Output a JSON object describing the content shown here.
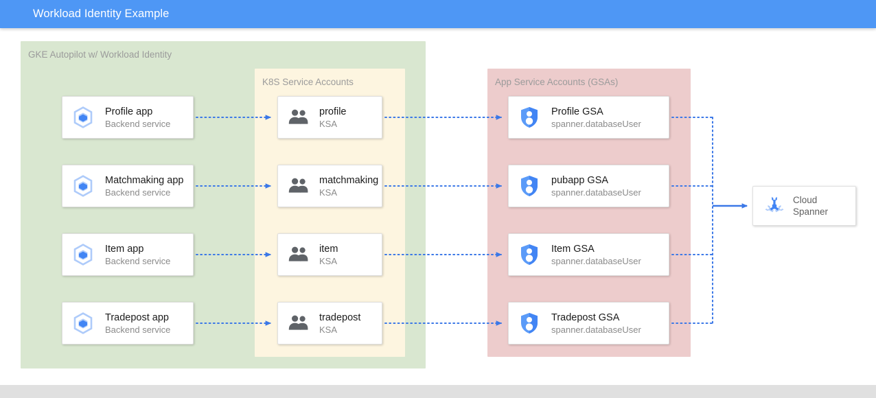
{
  "window": {
    "title": "Workload Identity Example"
  },
  "groups": {
    "gke": {
      "label": "GKE Autopilot w/ Workload Identity"
    },
    "ksa": {
      "label": "K8S Service Accounts"
    },
    "gsa": {
      "label": "App Service Accounts (GSAs)"
    }
  },
  "apps": [
    {
      "title": "Profile app",
      "subtitle": "Backend service",
      "icon": "gke-app-icon"
    },
    {
      "title": "Matchmaking app",
      "subtitle": "Backend service",
      "icon": "gke-app-icon"
    },
    {
      "title": "Item app",
      "subtitle": "Backend service",
      "icon": "gke-app-icon"
    },
    {
      "title": "Tradepost app",
      "subtitle": "Backend service",
      "icon": "gke-app-icon"
    }
  ],
  "ksas": [
    {
      "title": "profile",
      "subtitle": "KSA",
      "icon": "people-group-icon"
    },
    {
      "title": "matchmaking",
      "subtitle": "KSA",
      "icon": "people-group-icon"
    },
    {
      "title": "item",
      "subtitle": "KSA",
      "icon": "people-group-icon"
    },
    {
      "title": "tradepost",
      "subtitle": "KSA",
      "icon": "people-group-icon"
    }
  ],
  "gsas": [
    {
      "title": "Profile GSA",
      "subtitle": "spanner.databaseUser",
      "icon": "shield-person-icon"
    },
    {
      "title": "pubapp GSA",
      "subtitle": "spanner.databaseUser",
      "icon": "shield-person-icon"
    },
    {
      "title": "Item GSA",
      "subtitle": "spanner.databaseUser",
      "icon": "shield-person-icon"
    },
    {
      "title": "Tradepost GSA",
      "subtitle": "spanner.databaseUser",
      "icon": "shield-person-icon"
    }
  ],
  "datastore": {
    "line1": "Cloud",
    "line2": "Spanner",
    "icon": "cloud-spanner-icon"
  },
  "colors": {
    "titlebar": "#4E97F5",
    "gke_group": "#D9E7D0",
    "ksa_group": "#FDF5E0",
    "gsa_group": "#EDCCCC",
    "connector": "#3B78E7",
    "card_border": "#E0E0E0",
    "bottom_band": "#E0E0E0",
    "icon_blue_light": "#AECBFA",
    "icon_blue": "#4285F4",
    "icon_gray": "#5F6368",
    "label_gray": "#9B9B9B"
  }
}
